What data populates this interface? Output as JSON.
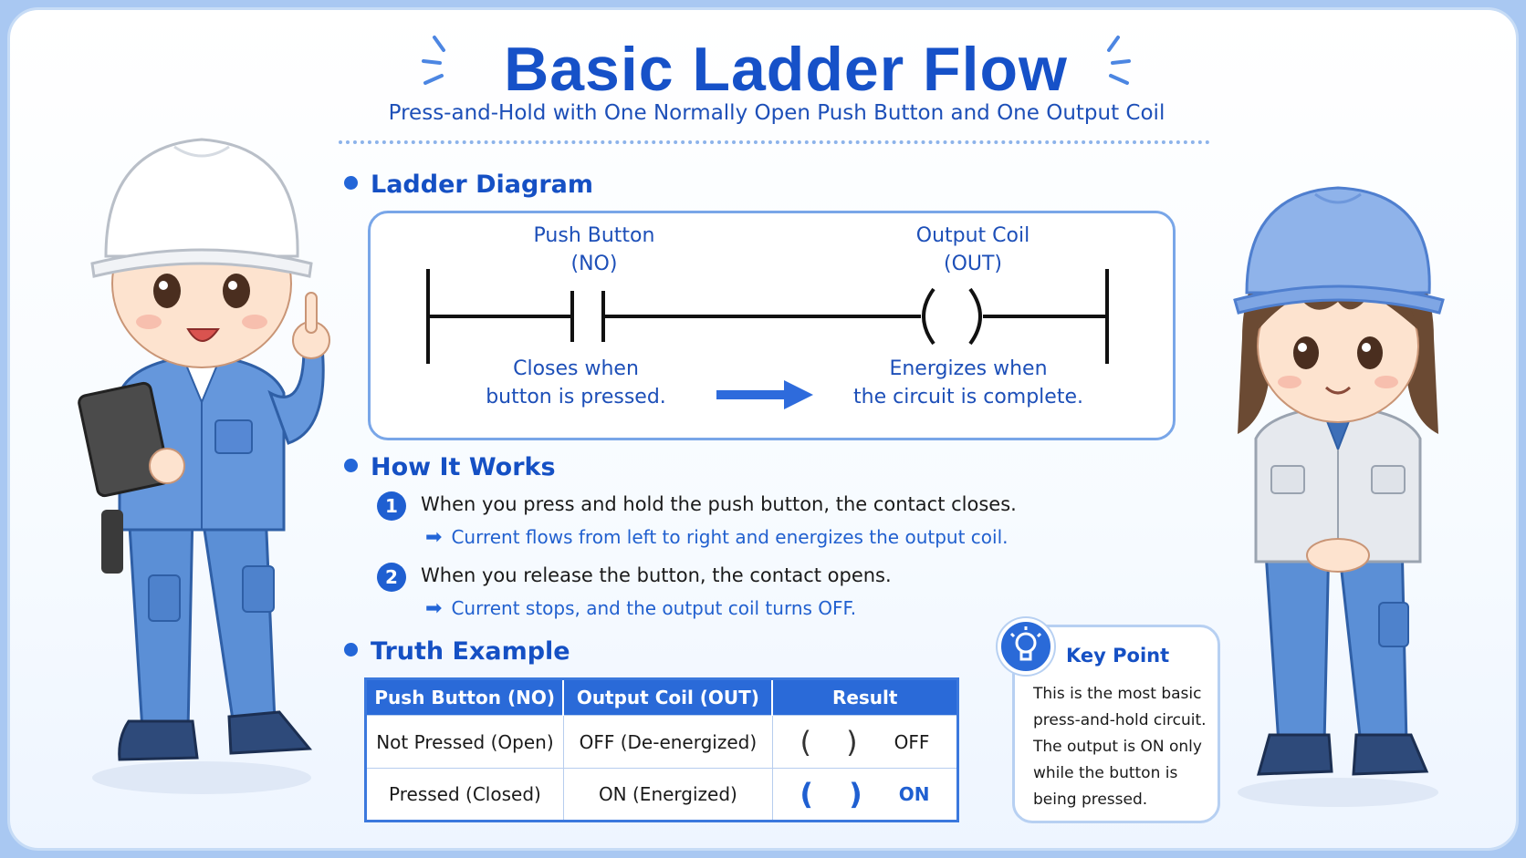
{
  "header": {
    "title": "Basic Ladder Flow",
    "subtitle": "Press-and-Hold with One Normally Open Push Button and One Output Coil"
  },
  "ladder": {
    "section_title": "Ladder Diagram",
    "contact_label_line1": "Push Button",
    "contact_label_line2": "(NO)",
    "coil_label_line1": "Output Coil",
    "coil_label_line2": "(OUT)",
    "contact_desc_line1": "Closes when",
    "contact_desc_line2": "button is pressed.",
    "coil_desc_line1": "Energizes when",
    "coil_desc_line2": "the circuit is complete."
  },
  "how": {
    "section_title": "How It Works",
    "steps": [
      {
        "num": "1",
        "text": "When you press and hold the push button, the contact closes.",
        "detail": "Current flows from left to right and energizes the output coil."
      },
      {
        "num": "2",
        "text": "When you release the button, the contact opens.",
        "detail": "Current stops, and the output coil turns OFF."
      }
    ]
  },
  "truth": {
    "section_title": "Truth Example",
    "headers": [
      "Push Button (NO)",
      "Output Coil (OUT)",
      "Result"
    ],
    "rows": [
      {
        "button": "Not Pressed (Open)",
        "coil": "OFF (De-energized)",
        "symbol": "( )",
        "result": "OFF"
      },
      {
        "button": "Pressed (Closed)",
        "coil": "ON (Energized)",
        "symbol": "( )",
        "result": "ON"
      }
    ]
  },
  "key_point": {
    "title": "Key Point",
    "text": "This is the most basic press-and-hold circuit. The output is ON only while the button is being pressed."
  },
  "colors": {
    "primary": "#1651c8",
    "accent": "#2366d8",
    "border": "#79a6e8"
  }
}
